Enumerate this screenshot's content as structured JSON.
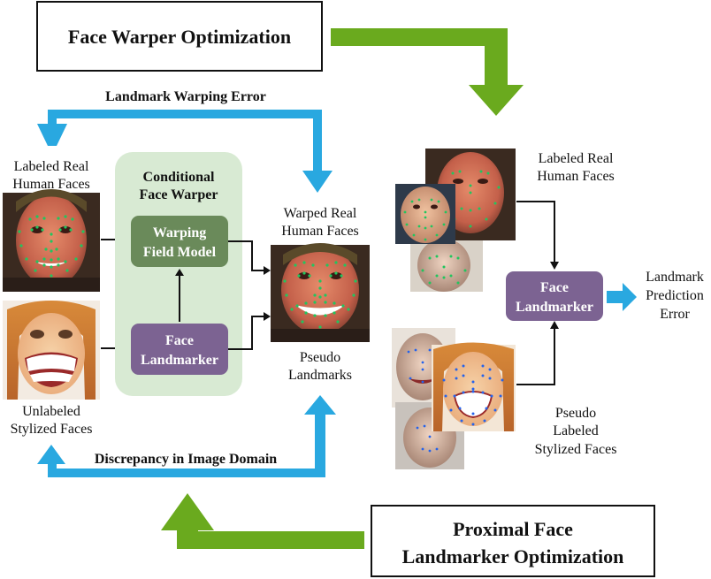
{
  "title_top": "Face Warper Optimization",
  "title_bottom": [
    "Proximal Face",
    "Landmarker Optimization"
  ],
  "arrow_top_label": "Landmark Warping Error",
  "arrow_bottom_label": "Discrepancy in Image Domain",
  "warper_panel": {
    "title": [
      "Conditional",
      "Face Warper"
    ],
    "warping_box": [
      "Warping",
      "Field Model"
    ],
    "landmarker_box": [
      "Face",
      "Landmarker"
    ]
  },
  "left_labels": {
    "labeled_real": [
      "Labeled Real",
      "Human Faces"
    ],
    "unlabeled_stylized": [
      "Unlabeled",
      "Stylized Faces"
    ]
  },
  "center_labels": {
    "warped_real": [
      "Warped Real",
      "Human Faces"
    ],
    "pseudo_landmarks": [
      "Pseudo",
      "Landmarks"
    ]
  },
  "right_side": {
    "labeled_real": [
      "Labeled Real",
      "Human Faces"
    ],
    "landmarker_box": [
      "Face",
      "Landmarker"
    ],
    "error_label": [
      "Landmark",
      "Prediction",
      "Error"
    ],
    "pseudo_labeled": [
      "Pseudo",
      "Labeled",
      "Stylized Faces"
    ]
  },
  "colors": {
    "green_arrow": "#6aaa1e",
    "blue_arrow": "#29a8e0",
    "panel_bg": "#d8ead3",
    "warping_box": "#6a8a5a",
    "landmarker_box": "#7c6392",
    "landmark_dots": "#22c55e"
  }
}
